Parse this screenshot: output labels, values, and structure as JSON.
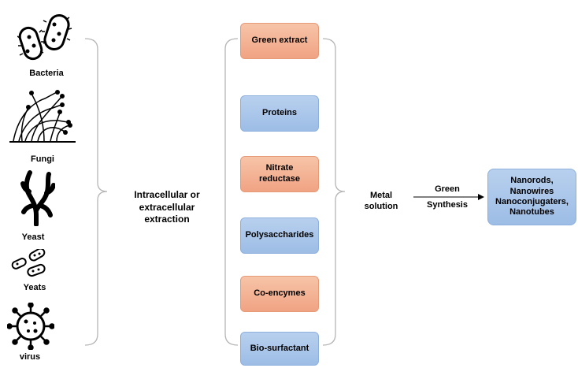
{
  "organisms": [
    {
      "label": "Bacteria",
      "icon": "bacteria-icon"
    },
    {
      "label": "Fungi",
      "icon": "fungi-icon"
    },
    {
      "label": "Yeast",
      "icon": "yeast-icon"
    },
    {
      "label": "Yeats",
      "icon": "yeast-cells-icon"
    },
    {
      "label": "virus",
      "icon": "virus-icon"
    }
  ],
  "extraction_label": "Intracellular or extracellular extraction",
  "agents": [
    {
      "label": "Green extract",
      "color": "#f4b496"
    },
    {
      "label": "Proteins",
      "color": "#a9c6ea"
    },
    {
      "label": "Nitrate reductase",
      "color": "#f4b496"
    },
    {
      "label": "Polysaccharides",
      "color": "#a9c6ea"
    },
    {
      "label": "Co-encymes",
      "color": "#f4b496"
    },
    {
      "label": "Bio-surfactant",
      "color": "#a9c6ea"
    }
  ],
  "metal_solution": "Metal solution",
  "arrow_top_label": "Green",
  "arrow_bottom_label": "Synthesis",
  "products": [
    "Nanorods,",
    "Nanowires",
    "Nanoconjugaters,",
    "Nanotubes"
  ]
}
